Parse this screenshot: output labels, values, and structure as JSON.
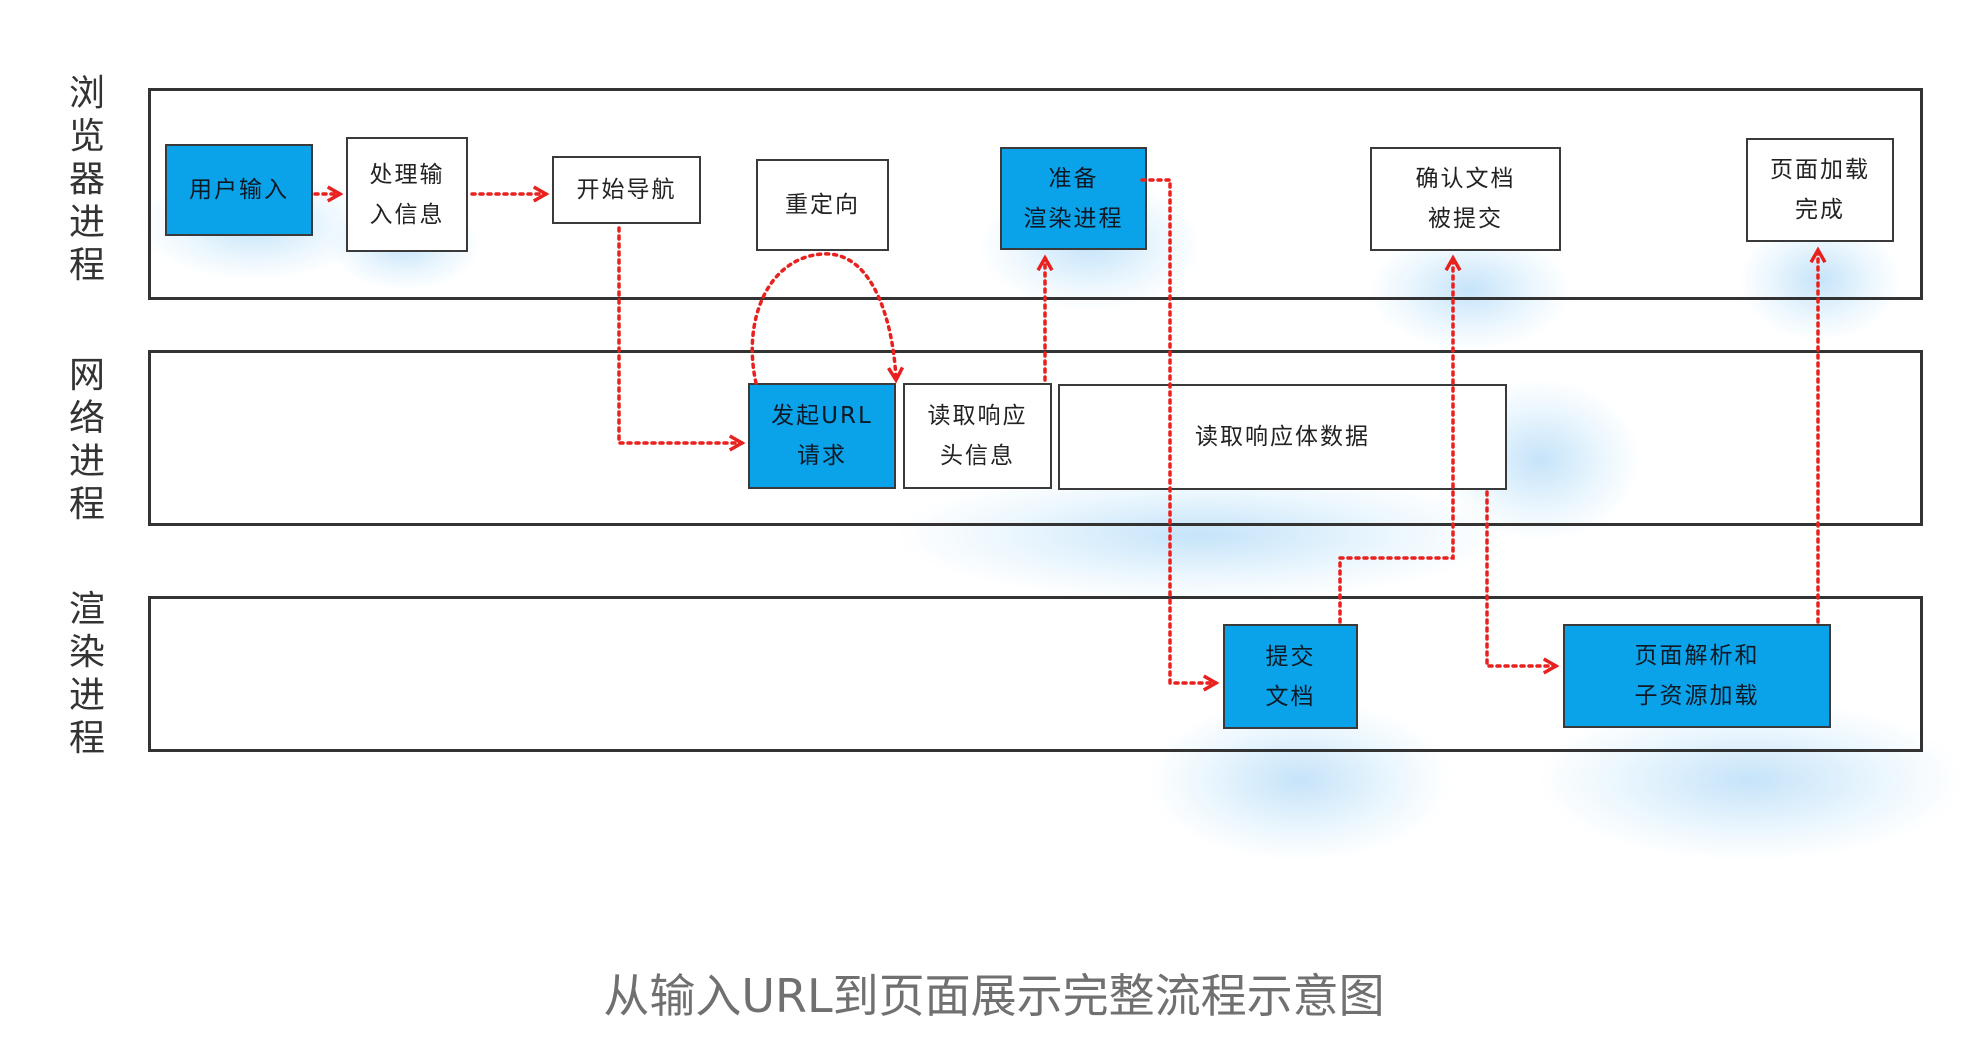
{
  "colors": {
    "accent_blue": "#0aa2e9",
    "arrow_red": "#e8211f",
    "stroke": "#333333"
  },
  "lanes": {
    "browser": "浏览器进程",
    "network": "网络进程",
    "renderer": "渲染进程"
  },
  "nodes": {
    "user_input": [
      "用户输入"
    ],
    "process_input": [
      "处理输",
      "入信息"
    ],
    "start_navigation": [
      "开始导航"
    ],
    "redirect": [
      "重定向"
    ],
    "prepare_renderer": [
      "准备",
      "渲染进程"
    ],
    "confirm_commit": [
      "确认文档",
      "被提交"
    ],
    "page_loaded": [
      "页面加载",
      "完成"
    ],
    "url_request": [
      "发起URL",
      "请求"
    ],
    "read_headers": [
      "读取响应",
      "头信息"
    ],
    "read_body": [
      "读取响应体数据"
    ],
    "commit_document": [
      "提交",
      "文档"
    ],
    "parse_page": [
      "页面解析和",
      "子资源加载"
    ]
  },
  "caption": "从输入URL到页面展示完整流程示意图"
}
